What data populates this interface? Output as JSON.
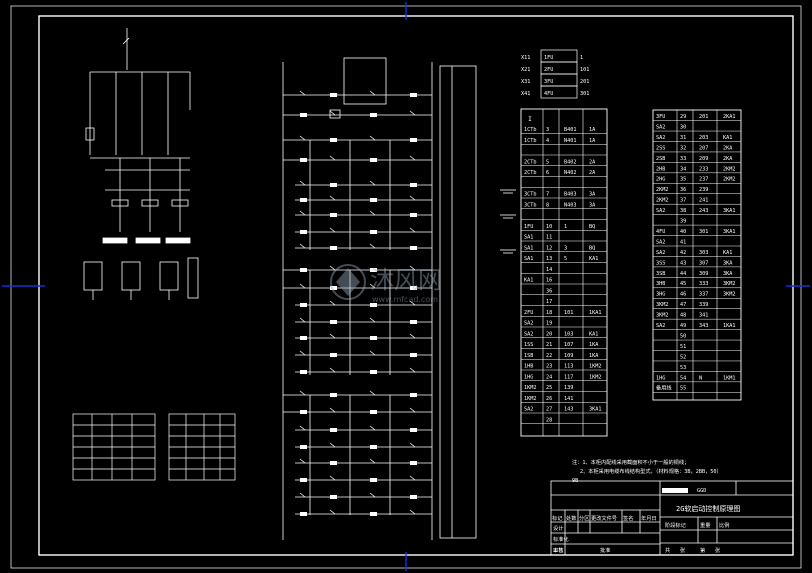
{
  "colors": {
    "background": "#000000",
    "lines": "#ffffff",
    "border_marks": "#1e2fd6"
  },
  "watermark": {
    "logo_icon": "mfcad-logo-icon",
    "brand": "沐风网",
    "url": "www.mfcad.com"
  },
  "terminal_left": {
    "header_rows": [
      [
        "X11",
        "1FU",
        "1"
      ],
      [
        "X21",
        "2FU",
        "101"
      ],
      [
        "X31",
        "3FU",
        "201"
      ],
      [
        "X41",
        "4FU",
        "301"
      ]
    ],
    "section_mark": "I",
    "rows": [
      [
        "1CTb",
        "3",
        "B401",
        "1A"
      ],
      [
        "1CTb",
        "4",
        "N401",
        "1A"
      ],
      [
        "",
        "",
        " ",
        ""
      ],
      [
        "2CTb",
        "5",
        "B402",
        "2A"
      ],
      [
        "2CTb",
        "6",
        "N402",
        "2A"
      ],
      [
        "",
        "",
        " ",
        ""
      ],
      [
        "3CTb",
        "7",
        "B403",
        "3A"
      ],
      [
        "3CTb",
        "8",
        "N403",
        "3A"
      ],
      [
        "",
        "",
        " ",
        ""
      ],
      [
        "1FU",
        "10",
        "1",
        "BQ"
      ],
      [
        "SA1",
        "11",
        "",
        ""
      ],
      [
        "SA1",
        "12",
        "3",
        "BQ"
      ],
      [
        "SA1",
        "13",
        "5",
        "KA1"
      ],
      [
        "",
        "14",
        "",
        ""
      ],
      [
        "KA1",
        "16",
        "",
        ""
      ],
      [
        "",
        "36",
        "",
        ""
      ],
      [
        "",
        "17",
        "",
        ""
      ],
      [
        "2FU",
        "18",
        "101",
        "1KA1"
      ],
      [
        "SA2",
        "19",
        "",
        ""
      ],
      [
        "SA2",
        "20",
        "103",
        "KA1"
      ],
      [
        "1SS",
        "21",
        "107",
        "1KA"
      ],
      [
        "1SB",
        "22",
        "109",
        "1KA"
      ],
      [
        "1HB",
        "23",
        "113",
        "1KM2"
      ],
      [
        "1HG",
        "24",
        "117",
        "1KM2"
      ],
      [
        "1KM2",
        "25",
        "139",
        ""
      ],
      [
        "1KM2",
        "26",
        "141",
        ""
      ],
      [
        "SA2",
        "27",
        "143",
        "3KA1"
      ],
      [
        "",
        "28",
        "",
        ""
      ]
    ]
  },
  "terminal_right": {
    "rows": [
      [
        "3FU",
        "29",
        "201",
        "2KA1"
      ],
      [
        "SA2",
        "30",
        "",
        ""
      ],
      [
        "SA2",
        "31",
        "203",
        "KA1"
      ],
      [
        "2SS",
        "32",
        "207",
        "2KA"
      ],
      [
        "2SB",
        "33",
        "209",
        "2KA"
      ],
      [
        "2HB",
        "34",
        "233",
        "2KM2"
      ],
      [
        "2HG",
        "35",
        "237",
        "2KM2"
      ],
      [
        "2KM2",
        "36",
        "239",
        ""
      ],
      [
        "2KM2",
        "37",
        "241",
        ""
      ],
      [
        "SA2",
        "38",
        "243",
        "3KA1"
      ],
      [
        "",
        "39",
        "",
        ""
      ],
      [
        "4FU",
        "40",
        "301",
        "3KA1"
      ],
      [
        "SA2",
        "41",
        "",
        ""
      ],
      [
        "SA2",
        "42",
        "303",
        "KA1"
      ],
      [
        "3SS",
        "43",
        "307",
        "3KA"
      ],
      [
        "3SB",
        "44",
        "309",
        "3KA"
      ],
      [
        "3HB",
        "45",
        "333",
        "3KM2"
      ],
      [
        "3HG",
        "46",
        "337",
        "3KM2"
      ],
      [
        "3KM2",
        "47",
        "339",
        ""
      ],
      [
        "3KM2",
        "48",
        "341",
        ""
      ],
      [
        "SA2",
        "49",
        "343",
        "1KA1"
      ],
      [
        "",
        "50",
        "",
        ""
      ],
      [
        "",
        "51",
        "",
        ""
      ],
      [
        "",
        "52",
        "",
        ""
      ],
      [
        "",
        "53",
        "",
        ""
      ],
      [
        "1HG",
        "54",
        "N",
        "1KM1"
      ],
      [
        "备用线",
        "55",
        "",
        ""
      ]
    ]
  },
  "notes": {
    "line1": "注：1、本柜内配线采用截面积不小于一般的铜线；",
    "line2": "2、本柜采用电缆布线结构型式，（材料规格：3B，2BB，50）",
    "line3": "9B"
  },
  "title_block": {
    "doc_code": "GGD",
    "drawing_title": "2G软启动控制原理图",
    "row_labels": [
      "标记",
      "处数",
      "分区",
      "更改文件号",
      "签名",
      "年月日"
    ],
    "left_labels": [
      "设计",
      "标准化",
      "审核",
      "工艺"
    ],
    "right_labels": [
      "阶段标记",
      "重量",
      "比例"
    ],
    "bottom_labels": [
      "批准",
      "共",
      "张",
      "第",
      "张"
    ]
  }
}
